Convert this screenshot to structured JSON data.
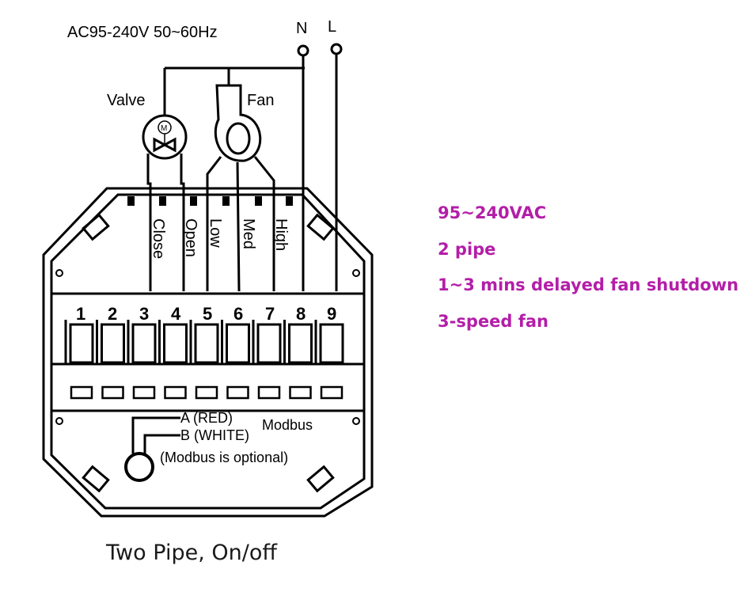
{
  "supply_label": "AC95-240V  50~60Hz",
  "neutral_label": "N",
  "line_label": "L",
  "valve_label": "Valve",
  "valve_motor_label": "M",
  "fan_label": "Fan",
  "terminal_labels": [
    "Close",
    "Open",
    "Low",
    "Med",
    "High"
  ],
  "terminal_numbers": [
    "1",
    "2",
    "3",
    "4",
    "5",
    "6",
    "7",
    "8",
    "9"
  ],
  "modbus": {
    "a_label": "A (RED)",
    "b_label": "B (WHITE)",
    "title": "Modbus",
    "note": "(Modbus is optional)"
  },
  "specs": [
    "95~240VAC",
    "2 pipe",
    "1~3 mins delayed fan shutdown",
    "3-speed fan"
  ],
  "spec_color": "#b31ea8",
  "caption": "Two Pipe, On/off"
}
